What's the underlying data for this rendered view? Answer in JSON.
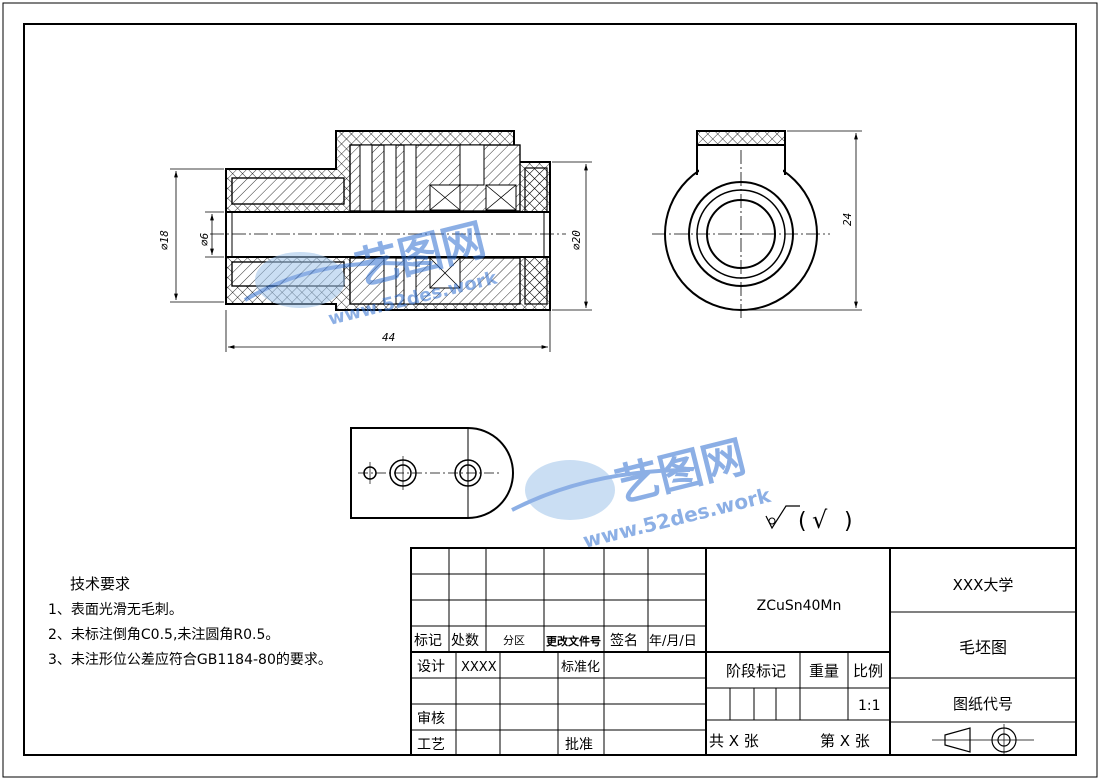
{
  "dimensions": {
    "length": "44",
    "dia_outer_left": "⌀18",
    "dia_bore": "⌀6",
    "dia_outer_right": "⌀20",
    "height": "24"
  },
  "surface_finish": {
    "symbol": "∀",
    "paren_open": "(",
    "check": "√",
    "paren_close": ")"
  },
  "tech_requirements": {
    "title": "技术要求",
    "items": [
      "1、表面光滑无毛刺。",
      "2、未标注倒角C0.5,未注圆角R0.5。",
      "3、未注形位公差应符合GB1184-80的要求。"
    ]
  },
  "title_block": {
    "rev_headers": [
      "标记",
      "处数",
      "分区",
      "更改文件号",
      "签名",
      "年/月/日"
    ],
    "design_label": "设计",
    "designer": "XXXX",
    "standardize_label": "标准化",
    "review_label": "审核",
    "process_label": "工艺",
    "approve_label": "批准",
    "material": "ZCuSn40Mn",
    "stage_label": "阶段标记",
    "weight_label": "重量",
    "scale_label": "比例",
    "scale_value": "1:1",
    "sheets_total": "共 X 张",
    "sheet_no": "第 X 张",
    "school": "XXX大学",
    "drawing_name": "毛坯图",
    "drawing_code_label": "图纸代号"
  },
  "watermark": {
    "brand": "艺图网",
    "url": "www.52des.work"
  }
}
